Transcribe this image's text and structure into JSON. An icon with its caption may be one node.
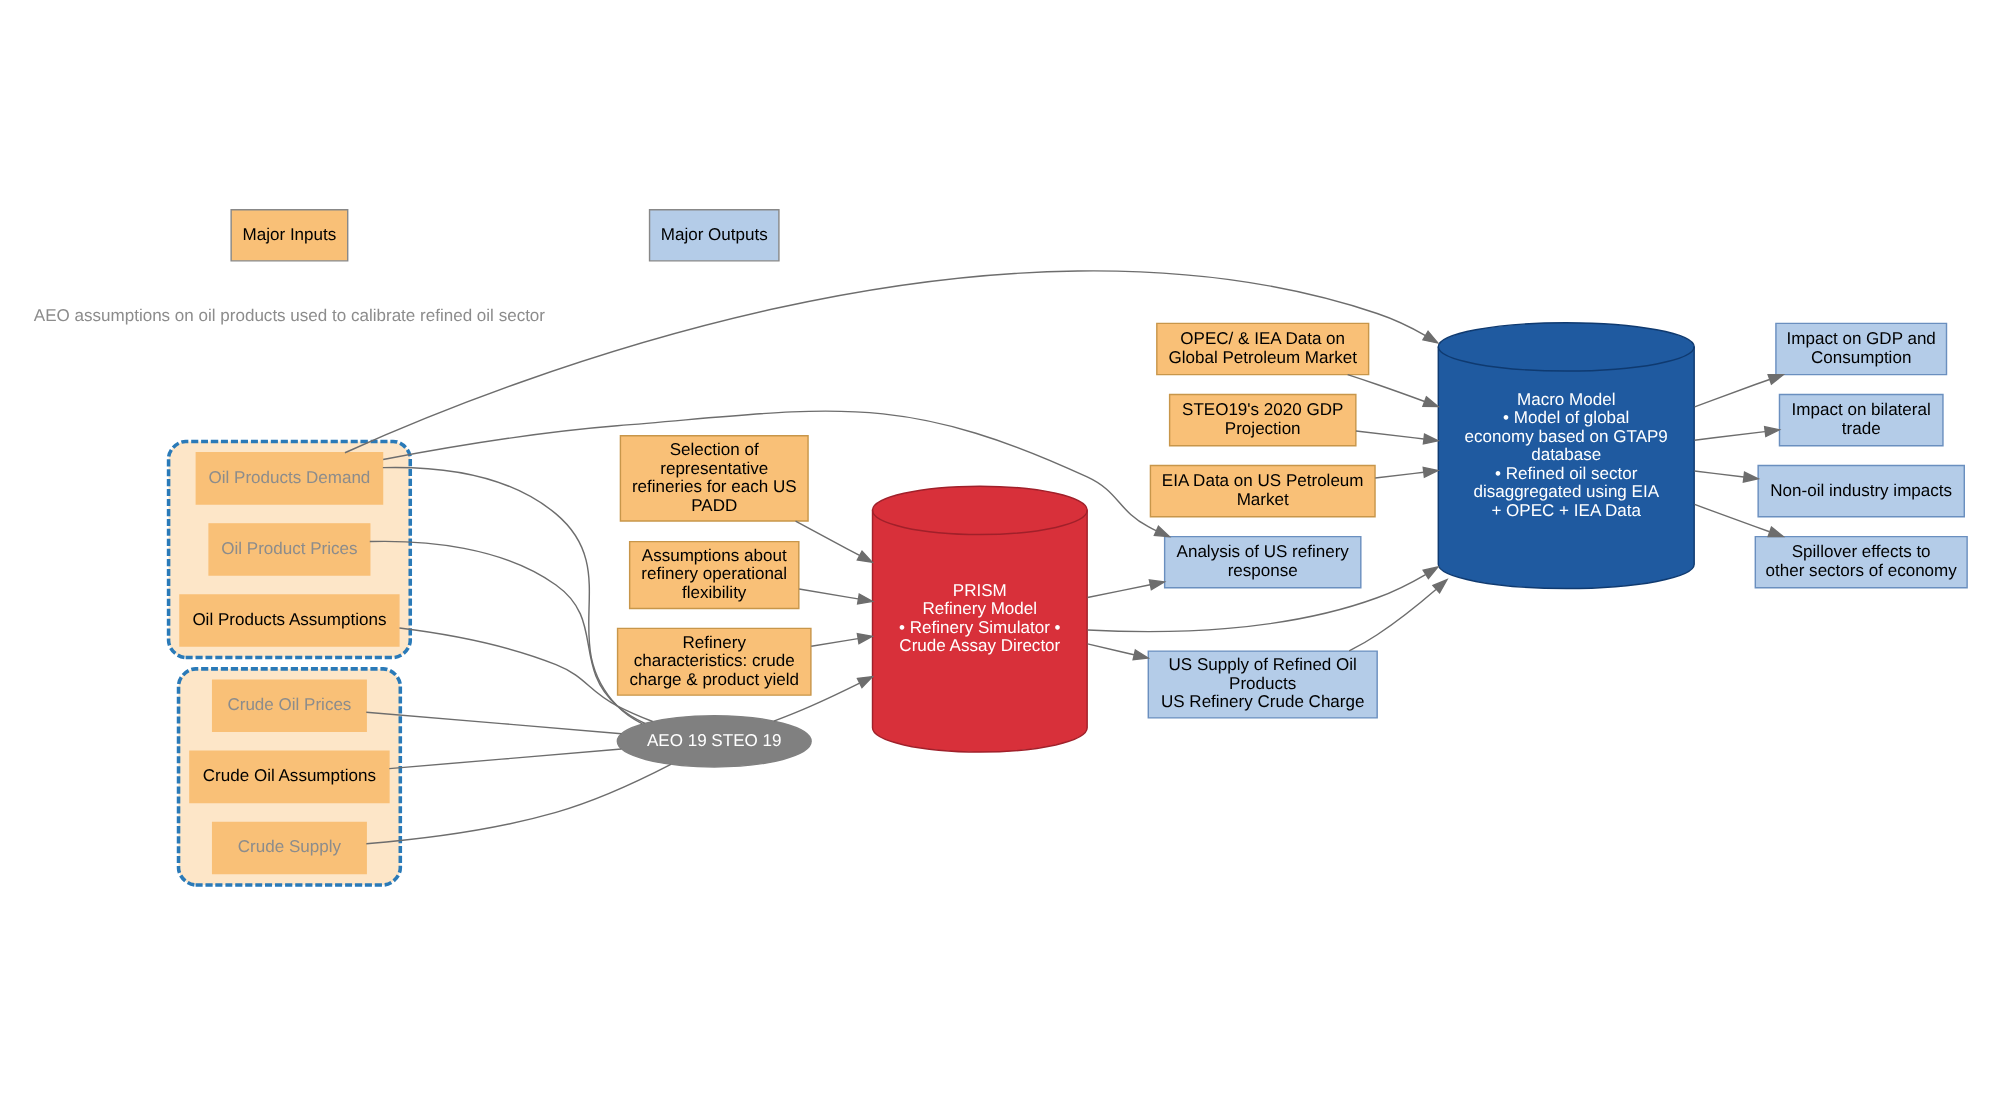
{
  "diagram": {
    "nodes": [
      {
        "text": [
          "Assumptions about refinery operational flexibility"
        ]
      },
      {
        "text": [
          "Refinery characteristics: crude charge & product yield"
        ]
      },
      {
        "text": [
          "Selection of representative refineries for each US PADD"
        ]
      },
      {
        "text": [
          "OPEC/ & IEA Data on Global Petroleum Market"
        ]
      },
      {
        "text": [
          "STEO19's 2020 GDP Projection"
        ]
      },
      {
        "text": [
          "EIA Data on US Petroleum Market"
        ]
      },
      {
        "text": [],
        "shape": "box"
      },
      {
        "text": [
          "Crude Oil Prices"
        ],
        "in": 6
      },
      {
        "text": [
          "Crude Oil Assumptions"
        ],
        "in": 6
      },
      {
        "text": [
          "Crude Supply"
        ],
        "in": 6
      },
      {
        "text": [],
        "shape": "box"
      },
      {
        "text": [
          "Oil Product Prices"
        ],
        "in": 10
      },
      {
        "text": [
          "Oil Products Assumptions"
        ],
        "in": 10
      },
      {
        "text": [
          "Oil Products Demand"
        ],
        "in": 10
      },
      {
        "text": [
          "AEO 19 STEO 19"
        ]
      },
      {
        "text": [
          "PRISM",
          "Refinery Model",
          "• Refinery Simulator • Crude Assay Director"
        ]
      },
      {
        "text": [
          "US Supply of Refined Oil Products",
          "US Refinery Crude Charge"
        ]
      },
      {
        "text": [
          "Macro Model",
          "• Model of global economy based on GTAP9 database",
          "• Refined oil sector disaggregated using EIA + OPEC + IEA Data"
        ]
      },
      {
        "text": [
          "Impact on GDP and Consumption"
        ]
      },
      {
        "text": [
          "Impact on bilateral trade"
        ]
      },
      {
        "text": [
          "Non-oil industry impacts"
        ]
      },
      {
        "text": [
          "Spillover effects to other sectors of economy"
        ]
      },
      {
        "text": [
          "Analysis of US refinery response"
        ]
      }
    ],
    "edges": [
      {
        "from": 0,
        "to": 15,
        "arrow": "to"
      },
      {
        "from": 1,
        "to": 15,
        "arrow": "to"
      },
      {
        "from": 2,
        "to": 15,
        "arrow": "to"
      },
      {
        "from": 3,
        "to": 17,
        "arrow": "to"
      },
      {
        "from": 4,
        "to": 17,
        "arrow": "to"
      },
      {
        "from": 5,
        "to": 17,
        "arrow": "to"
      },
      {
        "from": 7,
        "to": 14,
        "arrow": "none"
      },
      {
        "from": 8,
        "to": 14,
        "arrow": "none"
      },
      {
        "from": 9,
        "to": 14,
        "arrow": "none"
      },
      {
        "from": 11,
        "to": 14,
        "arrow": "none"
      },
      {
        "from": 12,
        "to": 14,
        "arrow": "none"
      },
      {
        "from": 13,
        "to": 14,
        "arrow": "none"
      },
      {
        "from": 14,
        "to": 15,
        "arrow": "to"
      },
      {
        "from": 15,
        "to": 16,
        "arrow": "to"
      },
      {
        "from": 16,
        "to": 17,
        "arrow": "to"
      },
      {
        "from": 15,
        "to": 17,
        "arrow": "to"
      },
      {
        "from": 15,
        "to": 22,
        "arrow": "to"
      },
      {
        "from": 13,
        "to": 17,
        "arrow": "to"
      },
      {
        "from": 13,
        "to": 22,
        "arrow": "to"
      },
      {
        "from": 17,
        "to": 18,
        "arrow": "to"
      },
      {
        "from": 17,
        "to": 19,
        "arrow": "to"
      },
      {
        "from": 17,
        "to": 20,
        "arrow": "to"
      },
      {
        "from": 17,
        "to": 21,
        "arrow": "to"
      }
    ],
    "labels": [
      "AEO assumptions on oil products used to calibrate refined oil sector"
    ],
    "legend": [
      {
        "text": "Major Inputs",
        "color": "#f9c077"
      },
      {
        "text": "Major Outputs",
        "color": "#b4cce8"
      }
    ]
  }
}
